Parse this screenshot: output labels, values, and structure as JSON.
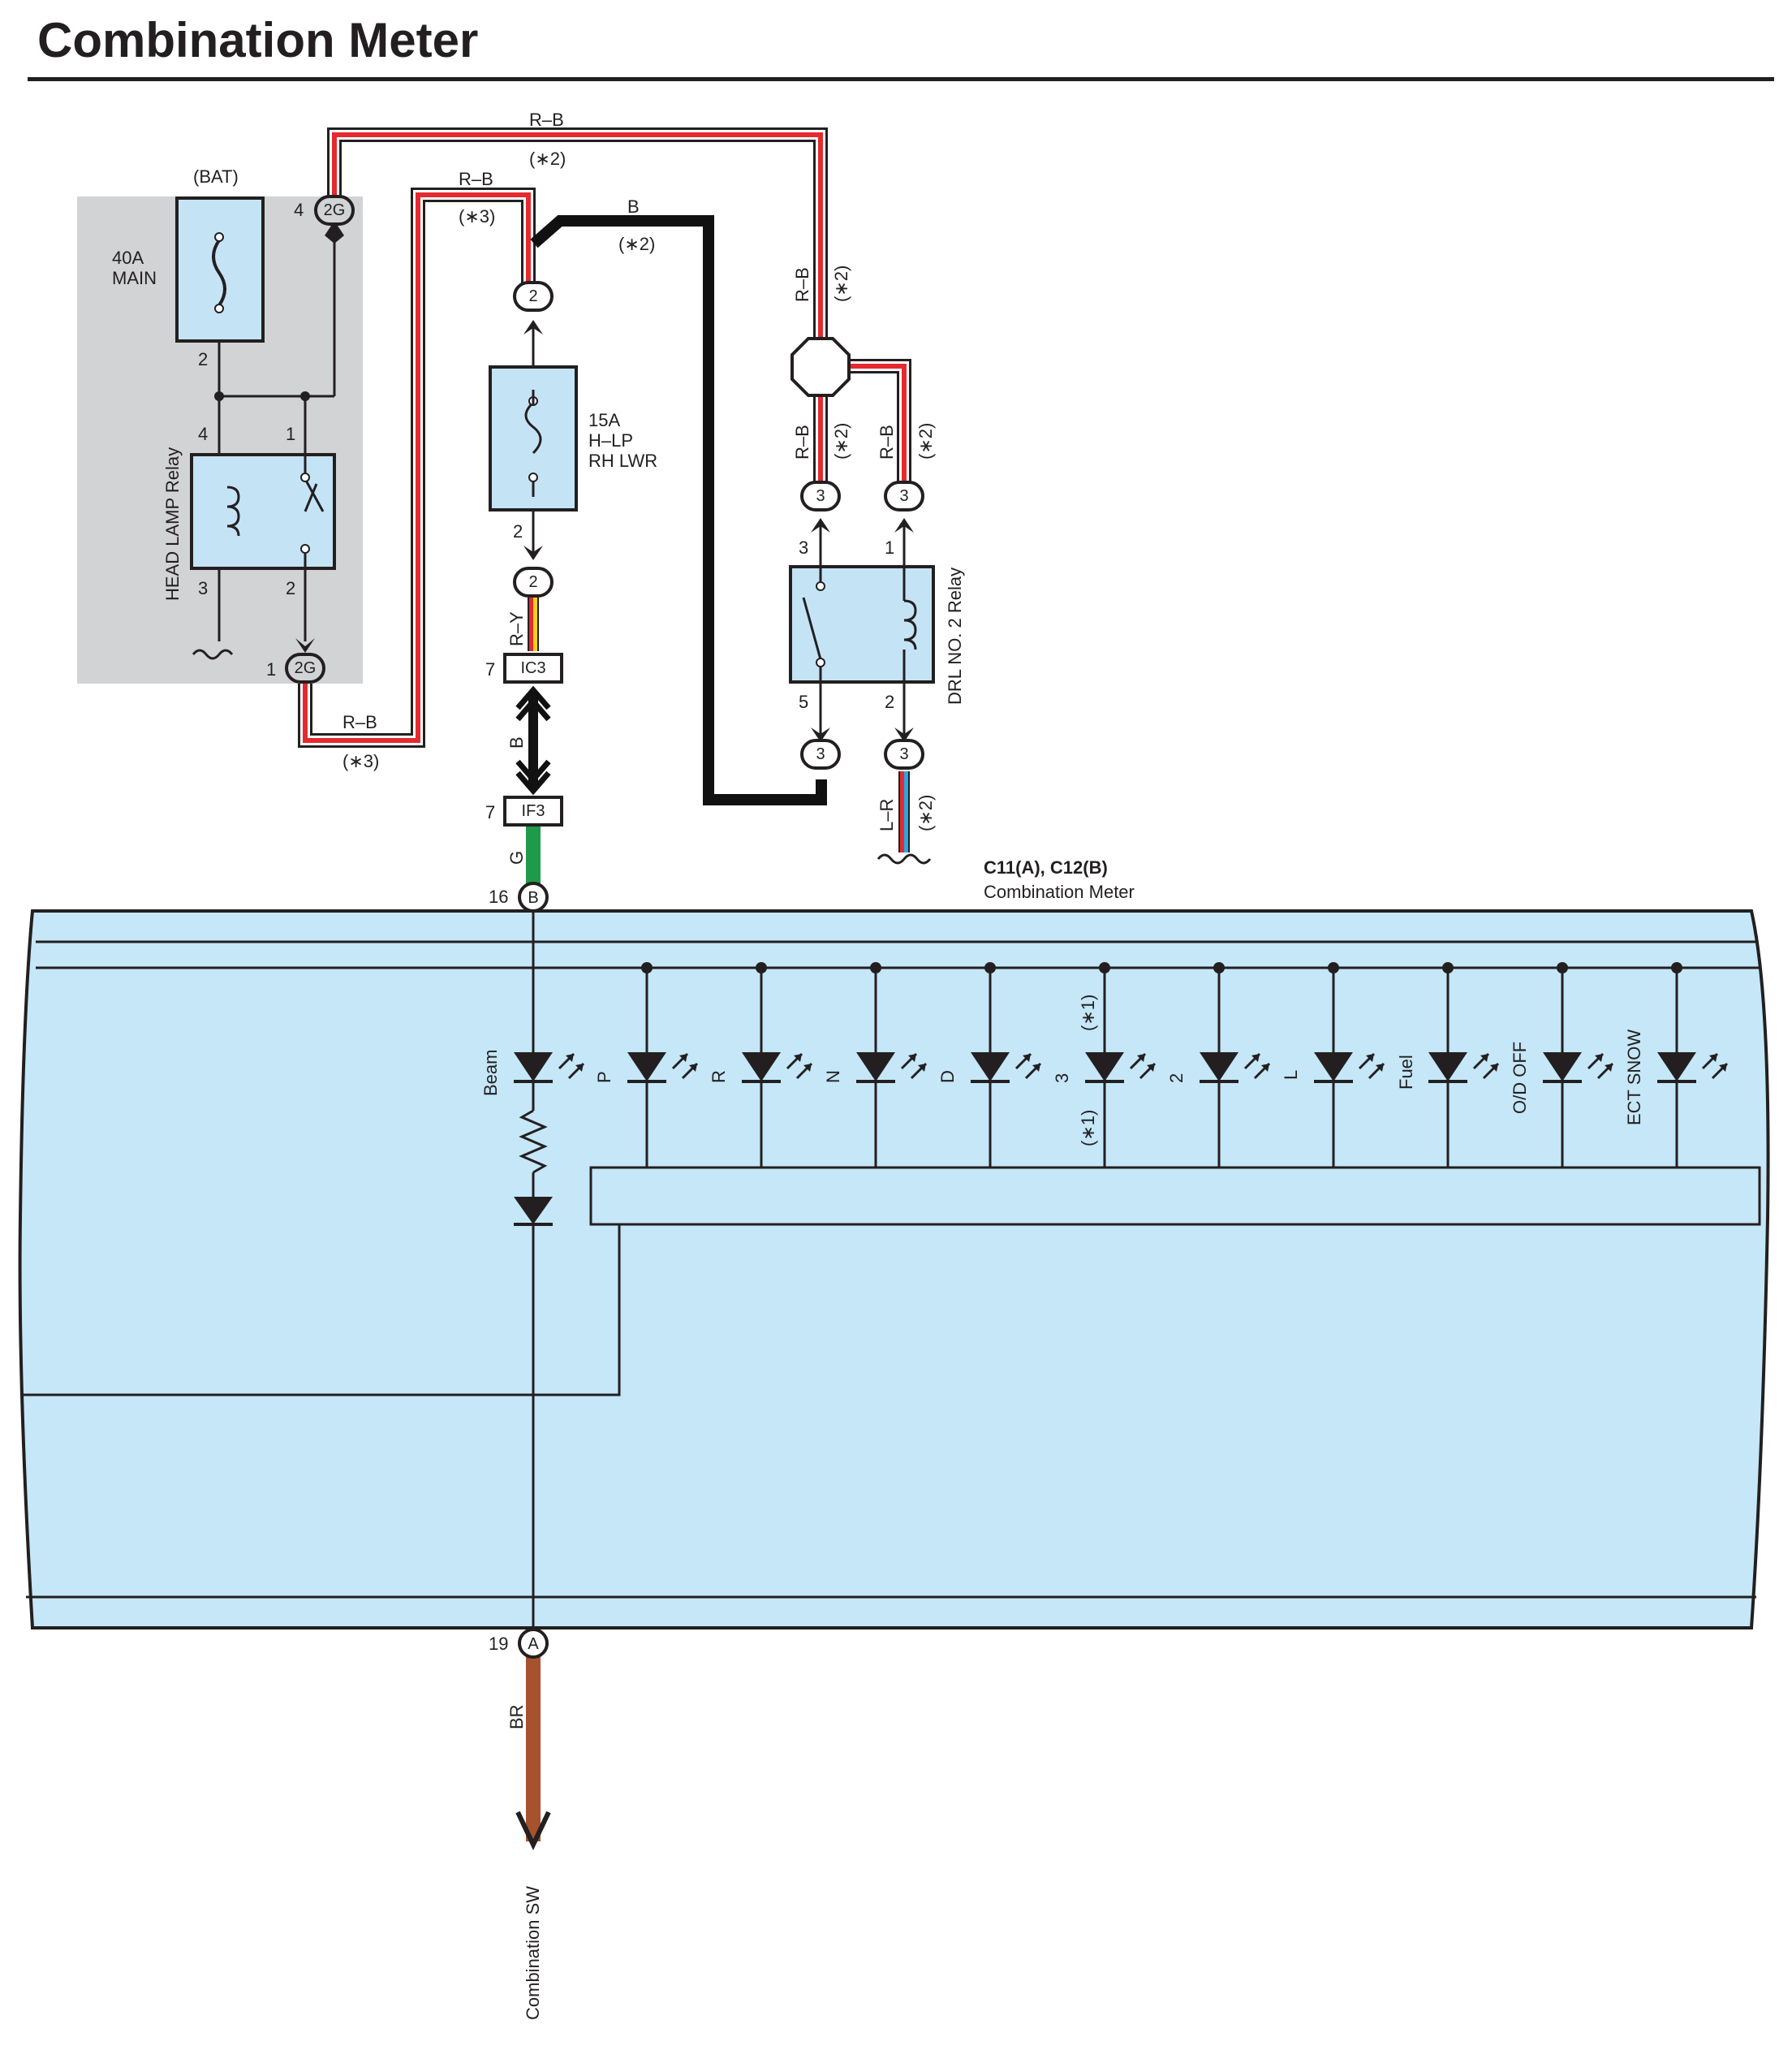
{
  "title": "Combination Meter",
  "wire_colors": {
    "R-B": "#e52a2f",
    "R-Y": "#f2d11a",
    "B": "#111111",
    "G": "#1f9a4a",
    "L-R": "#2aa8e0",
    "BR": "#a6522f"
  },
  "colors": {
    "meter_fill": "#c5e7f8",
    "component_fill": "#c4e4f6",
    "relay_box": "#d2d3d5"
  },
  "components": {
    "bat": "(BAT)",
    "main_fuse_rating": "40A",
    "main_fuse_name": "MAIN",
    "head_lamp_relay": "HEAD LAMP Relay",
    "fuse_rating": "15A",
    "fuse_line1": "H–LP",
    "fuse_line2": "RH LWR",
    "drl_relay": "DRL NO. 2 Relay",
    "meter_connectors": "C11(A), C12(B)",
    "meter_name": "Combination Meter",
    "combination_sw": "Combination SW"
  },
  "wires": {
    "rb_top": "R–B",
    "rb_top_note": "(∗2)",
    "rb_mid": "R–B",
    "rb_mid_note": "(∗3)",
    "b_top": "B",
    "b_top_note": "(∗2)",
    "rb_bottom": "R–B",
    "rb_bottom_note": "(∗3)",
    "rb_vert": "R–B",
    "rb_vert_note": "(∗2)",
    "rb_left": "R–B",
    "rb_left_note": "(∗2)",
    "rb_right": "R–B",
    "rb_right_note": "(∗2)",
    "ry": "R–Y",
    "b_mid": "B",
    "g": "G",
    "lr": "L–R",
    "lr_note": "(∗2)",
    "br": "BR"
  },
  "connectors": {
    "c_2g": "2G",
    "c_2": "2",
    "c_3": "3",
    "ic3": "IC3",
    "if3": "IF3",
    "meter_b": "B",
    "meter_a": "A"
  },
  "pins": {
    "p4": "4",
    "p2": "2",
    "p1": "1",
    "p3": "3",
    "p5": "5",
    "p7": "7",
    "p16": "16",
    "p19": "19"
  },
  "indicators": {
    "beam": "Beam",
    "p": "P",
    "r": "R",
    "n": "N",
    "d": "D",
    "three": "3",
    "three_note": "(∗1)",
    "two": "2",
    "l": "L",
    "fuel": "Fuel",
    "od_off": "O/D OFF",
    "ect_snow": "ECT SNOW"
  }
}
